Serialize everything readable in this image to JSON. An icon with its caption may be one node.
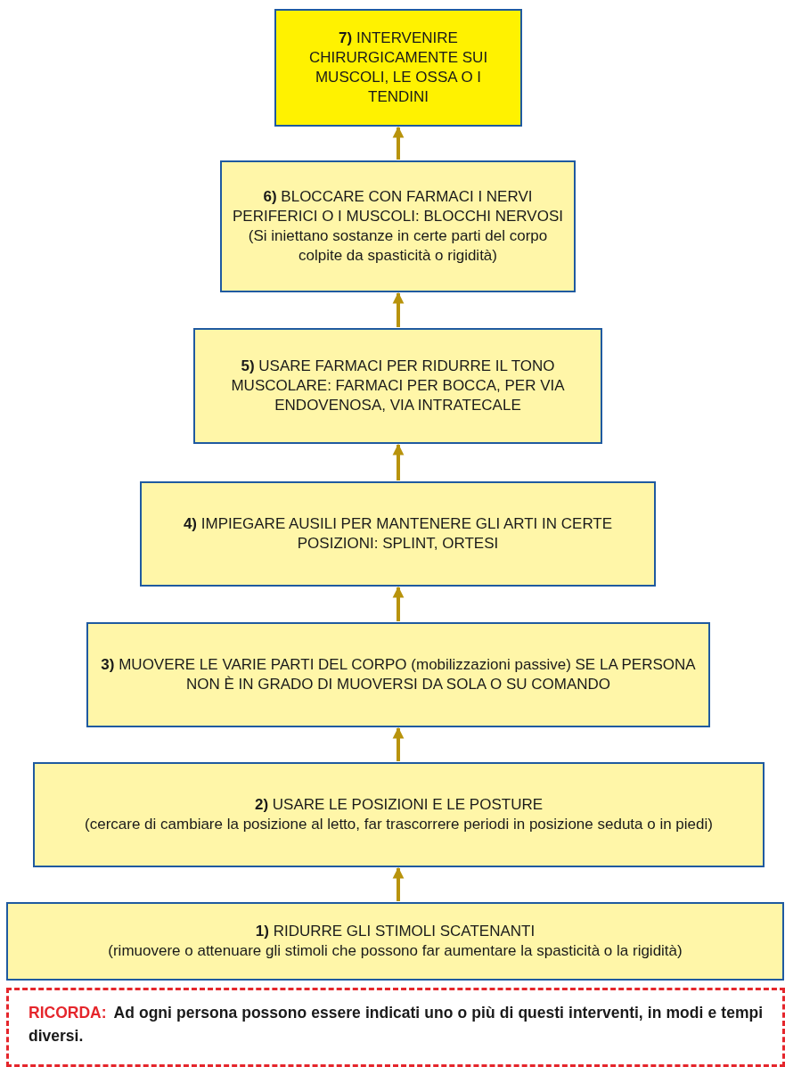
{
  "diagram": {
    "nodes": [
      {
        "text": [
          "**7)** INTERVENIRE CHIRURGICAMENTE SUI MUSCOLI, LE OSSA O I TENDINI"
        ]
      },
      {
        "text": [
          "**6)** BLOCCARE CON FARMACI I NERVI PERIFERICI O I MUSCOLI: BLOCCHI NERVOSI (Si iniettano sostanze in certe parti del corpo colpite da spasticità o rigidità)"
        ]
      },
      {
        "text": [
          "**5)** USARE FARMACI PER RIDURRE IL TONO MUSCOLARE: FARMACI PER BOCCA, PER VIA ENDOVENOSA, VIA INTRATECALE"
        ]
      },
      {
        "text": [
          "**4)** IMPIEGARE AUSILI PER MANTENERE GLI ARTI IN CERTE POSIZIONI: SPLINT, ORTESI"
        ]
      },
      {
        "text": [
          "**3)** MUOVERE LE VARIE PARTI DEL CORPO (mobilizzazioni passive) SE LA PERSONA NON È IN GRADO DI MUOVERSI DA SOLA O SU COMANDO"
        ]
      },
      {
        "text": [
          "**2)** USARE LE POSIZIONI E LE POSTURE",
          "(cercare di cambiare la posizione al letto, far trascorrere periodi in posizione seduta o in piedi)"
        ]
      },
      {
        "text": [
          "**1)** RIDURRE GLI STIMOLI  SCATENANTI",
          "(rimuovere o attenuare gli stimoli che possono far aumentare la spasticità o la rigidità)"
        ]
      },
      {
        "text": [
          "RICORDA:",
          "Ad ogni persona possono essere indicati uno o più di questi interventi, in modi e tempi diversi."
        ]
      }
    ],
    "edges": [
      {
        "from": 1,
        "to": 0,
        "arrow": "to"
      },
      {
        "from": 2,
        "to": 1,
        "arrow": "to"
      },
      {
        "from": 3,
        "to": 2,
        "arrow": "to"
      },
      {
        "from": 4,
        "to": 3,
        "arrow": "to"
      },
      {
        "from": 5,
        "to": 4,
        "arrow": "to"
      },
      {
        "from": 6,
        "to": 5,
        "arrow": "to"
      }
    ]
  }
}
